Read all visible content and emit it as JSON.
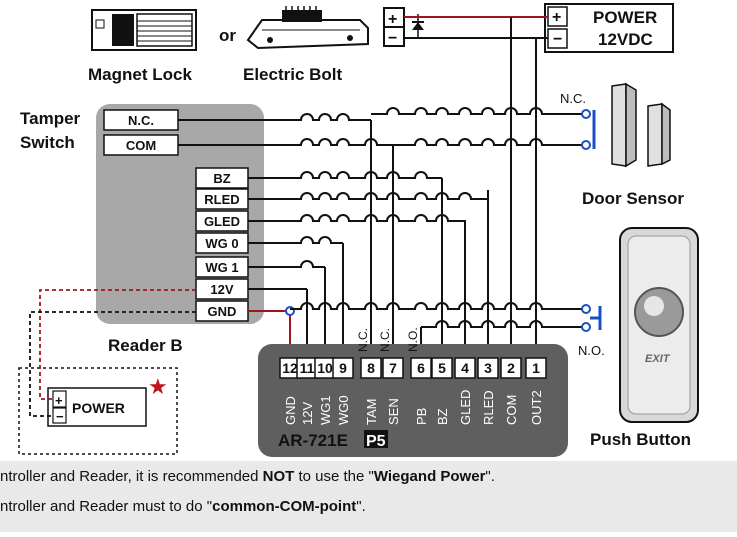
{
  "devices": {
    "magnet_lock": "Magnet Lock",
    "or_label": "or",
    "electric_bolt": "Electric Bolt",
    "power_supply": {
      "line1": "POWER",
      "line2": "12VDC",
      "plus": "+",
      "minus": "−"
    },
    "lock_terminal": {
      "plus": "+",
      "minus": "−"
    },
    "tamper_switch": {
      "line1": "Tamper",
      "line2": "Switch"
    },
    "door_sensor": {
      "label": "Door Sensor",
      "contact": "N.C."
    },
    "push_button": {
      "label": "Push Button",
      "contact": "N.O.",
      "face_text": "EXIT"
    },
    "reader": {
      "name": "Reader B",
      "terminals": [
        "N.C.",
        "COM",
        "BZ",
        "RLED",
        "GLED",
        "WG 0",
        "WG 1",
        "12V",
        "GND"
      ]
    },
    "reader_power": {
      "label": "POWER",
      "plus": "+",
      "minus": "−",
      "marker": "★"
    },
    "controller": {
      "model": "AR-721E",
      "badge": "P5",
      "pin_numbers": [
        "12",
        "11",
        "10",
        "9",
        "8",
        "7",
        "6",
        "5",
        "4",
        "3",
        "2",
        "1"
      ],
      "pin_labels": [
        "GND",
        "12V",
        "WG1",
        "WG0",
        "TAM",
        "SEN",
        "PB",
        "BZ",
        "GLED",
        "RLED",
        "COM",
        "OUT2"
      ],
      "upper_labels": [
        "N.C.",
        "N.C.",
        "N.O."
      ]
    }
  },
  "notes": {
    "line1": {
      "pre": "ntroller and Reader, it is recommended ",
      "bold1": "NOT",
      "mid": " to use the \"",
      "bold2": "Wiegand Power",
      "post": "\"."
    },
    "line2": {
      "pre": "ntroller and Reader must to do \"",
      "bold1": "common-COM-point",
      "post": "\"."
    }
  },
  "colors": {
    "wire": "#111111",
    "power_wire": "#a0141e",
    "reader_body": "#a8a8a8",
    "controller_body": "#5f5f5f",
    "contact_blue": "#1a4fc4",
    "star": "#c0171f",
    "note_bg": "#e9e9e9"
  }
}
